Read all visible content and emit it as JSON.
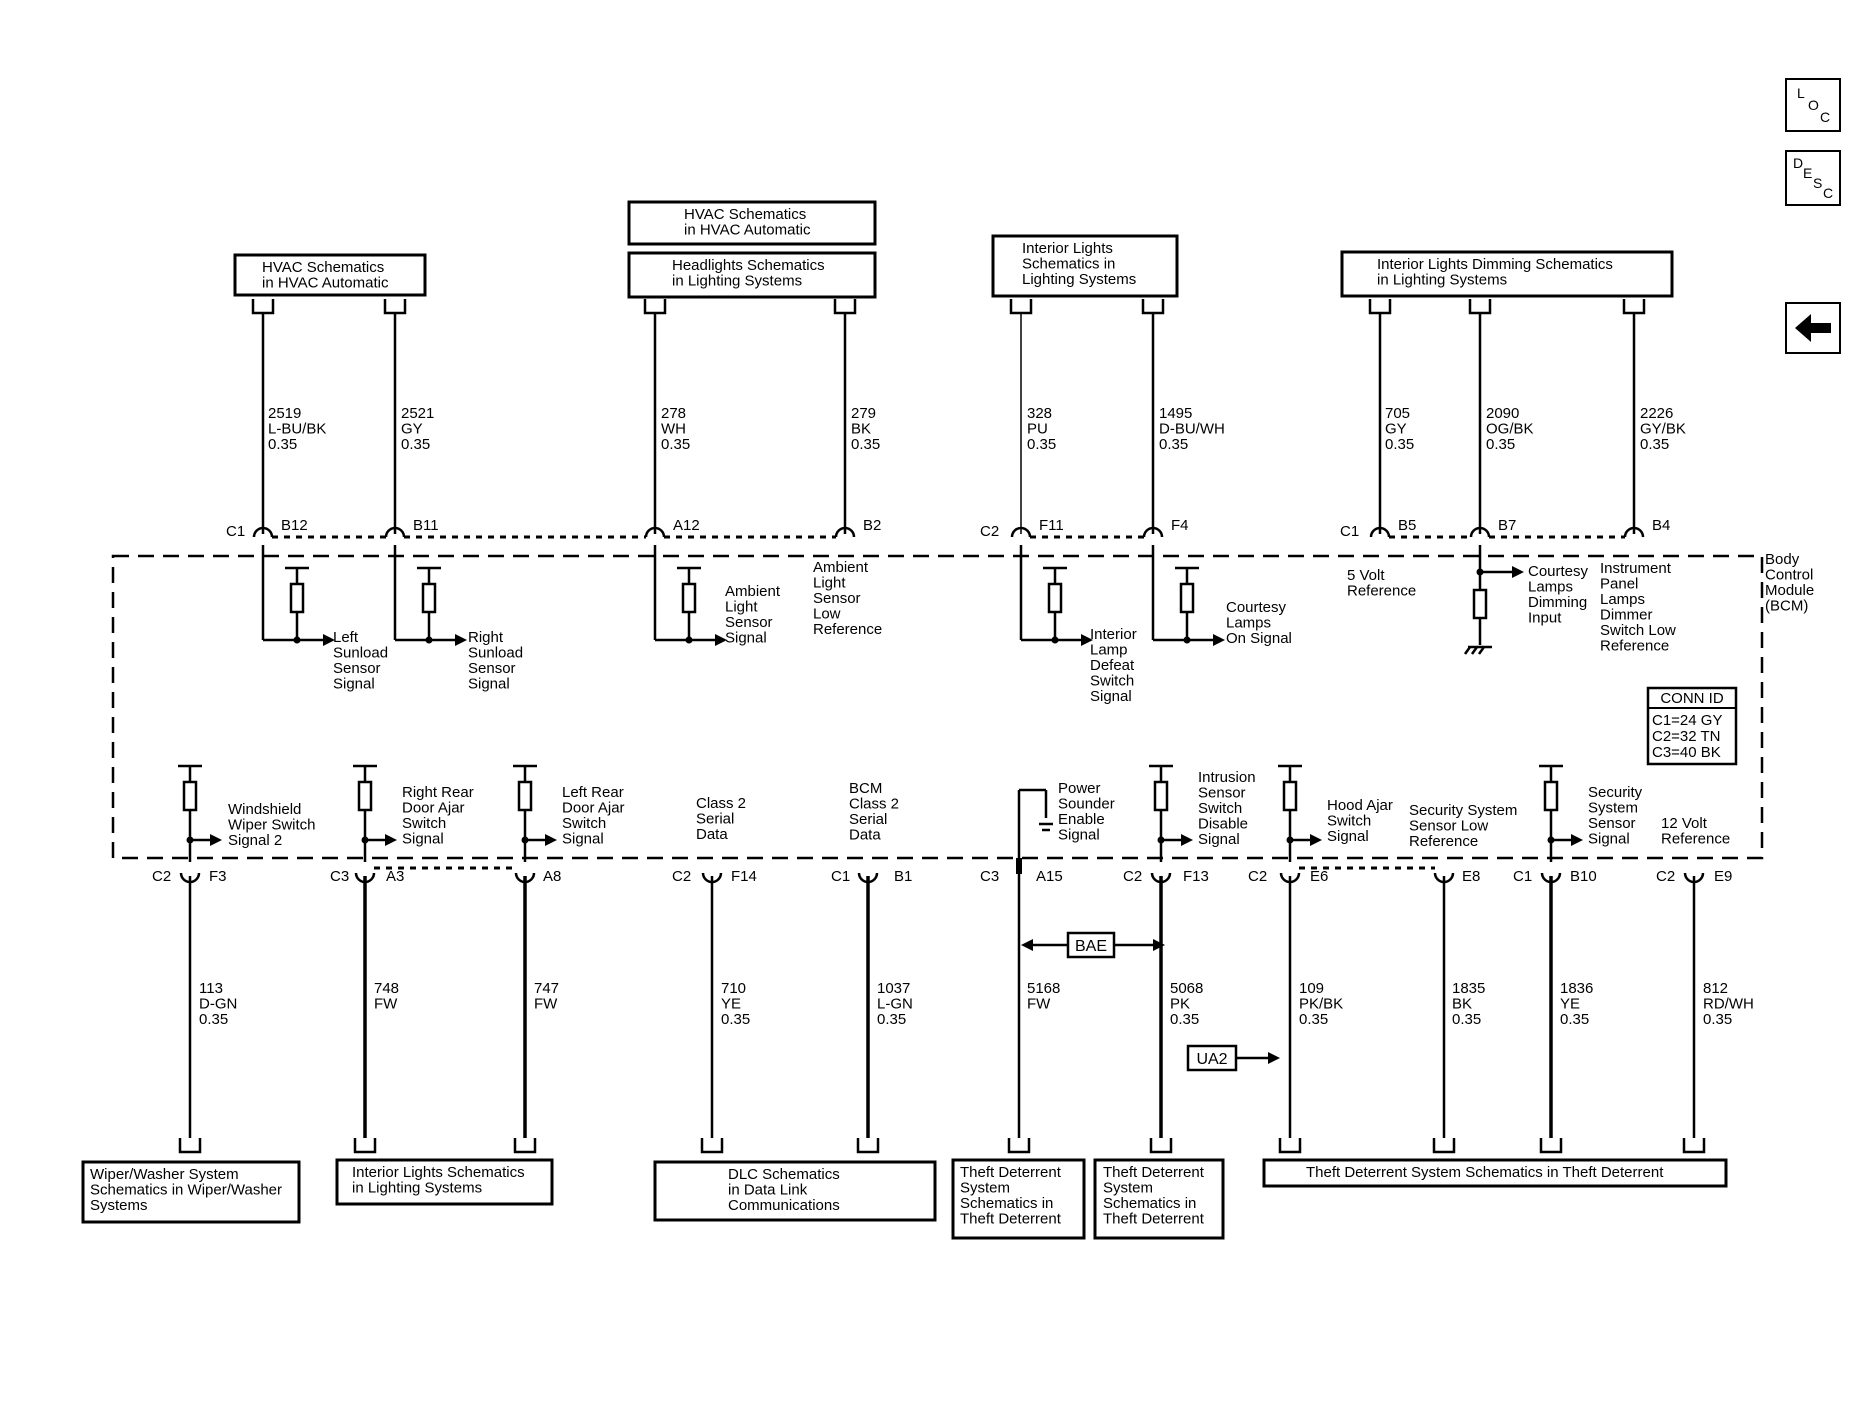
{
  "nav": {
    "loc": [
      "L",
      "O",
      "C"
    ],
    "desc": [
      "D",
      "E",
      "S",
      "C"
    ],
    "back_icon": "left-arrow-icon"
  },
  "top_refs": [
    {
      "lines": [
        "HVAC Schematics",
        "in HVAC Automatic"
      ]
    },
    {
      "lines": [
        "HVAC Schematics",
        "in HVAC Automatic"
      ]
    },
    {
      "lines": [
        "Headlights Schematics",
        "in Lighting Systems"
      ]
    },
    {
      "lines": [
        "Interior Lights",
        "Schematics in",
        "Lighting Systems"
      ]
    },
    {
      "lines": [
        "Interior Lights Dimming Schematics",
        "in Lighting Systems"
      ]
    }
  ],
  "top_wires": [
    {
      "circuit": "2519",
      "color": "L-BU/BK",
      "gauge": "0.35",
      "pin": "B12"
    },
    {
      "circuit": "2521",
      "color": "GY",
      "gauge": "0.35",
      "pin": "B11"
    },
    {
      "circuit": "278",
      "color": "WH",
      "gauge": "0.35",
      "pin": "A12"
    },
    {
      "circuit": "279",
      "color": "BK",
      "gauge": "0.35",
      "pin": "B2"
    },
    {
      "circuit": "328",
      "color": "PU",
      "gauge": "0.35",
      "pin": "F11"
    },
    {
      "circuit": "1495",
      "color": "D-BU/WH",
      "gauge": "0.35",
      "pin": "F4"
    },
    {
      "circuit": "705",
      "color": "GY",
      "gauge": "0.35",
      "pin": "B5"
    },
    {
      "circuit": "2090",
      "color": "OG/BK",
      "gauge": "0.35",
      "pin": "B7"
    },
    {
      "circuit": "2226",
      "color": "GY/BK",
      "gauge": "0.35",
      "pin": "B4"
    }
  ],
  "top_connectors": [
    "C1",
    "C2",
    "C1"
  ],
  "bottom_wires": [
    {
      "circuit": "113",
      "color": "D-GN",
      "gauge": "0.35",
      "pin": "F3",
      "conn": "C2"
    },
    {
      "circuit": "748",
      "color": "FW",
      "gauge": "",
      "pin": "A3",
      "conn": "C3"
    },
    {
      "circuit": "747",
      "color": "FW",
      "gauge": "",
      "pin": "A8",
      "conn": ""
    },
    {
      "circuit": "710",
      "color": "YE",
      "gauge": "0.35",
      "pin": "F14",
      "conn": "C2"
    },
    {
      "circuit": "1037",
      "color": "L-GN",
      "gauge": "0.35",
      "pin": "B1",
      "conn": "C1"
    },
    {
      "circuit": "5168",
      "color": "FW",
      "gauge": "",
      "pin": "A15",
      "conn": "C3"
    },
    {
      "circuit": "5068",
      "color": "PK",
      "gauge": "0.35",
      "pin": "F13",
      "conn": "C2"
    },
    {
      "circuit": "109",
      "color": "PK/BK",
      "gauge": "0.35",
      "pin": "E6",
      "conn": "C2"
    },
    {
      "circuit": "1835",
      "color": "BK",
      "gauge": "0.35",
      "pin": "E8",
      "conn": ""
    },
    {
      "circuit": "1836",
      "color": "YE",
      "gauge": "0.35",
      "pin": "B10",
      "conn": "C1"
    },
    {
      "circuit": "812",
      "color": "RD/WH",
      "gauge": "0.35",
      "pin": "E9",
      "conn": "C2"
    }
  ],
  "bcm_label": [
    "Body",
    "Control",
    "Module",
    "(BCM)"
  ],
  "conn_id": {
    "title": "CONN ID",
    "rows": [
      "C1=24 GY",
      "C2=32 TN",
      "C3=40 BK"
    ]
  },
  "internal_labels_top": [
    [
      "Left",
      "Sunload",
      "Sensor",
      "Signal"
    ],
    [
      "Right",
      "Sunload",
      "Sensor",
      "Signal"
    ],
    [
      "Ambient",
      "Light",
      "Sensor",
      "Signal"
    ],
    [
      "Ambient",
      "Light",
      "Sensor",
      "Low",
      "Reference"
    ],
    [
      "Interior",
      "Lamp",
      "Defeat",
      "Switch",
      "Signal"
    ],
    [
      "Courtesy",
      "Lamps",
      "On Signal"
    ],
    [
      "5 Volt",
      "Reference"
    ],
    [
      "Courtesy",
      "Lamps",
      "Dimming",
      "Input"
    ],
    [
      "Instrument",
      "Panel",
      "Lamps",
      "Dimmer",
      "Switch Low",
      "Reference"
    ]
  ],
  "internal_labels_bottom": [
    [
      "Windshield",
      "Wiper Switch",
      "Signal 2"
    ],
    [
      "Right Rear",
      "Door Ajar",
      "Switch",
      "Signal"
    ],
    [
      "Left Rear",
      "Door Ajar",
      "Switch",
      "Signal"
    ],
    [
      "Class 2",
      "Serial",
      "Data"
    ],
    [
      "BCM",
      "Class 2",
      "Serial",
      "Data"
    ],
    [
      "Power",
      "Sounder",
      "Enable",
      "Signal"
    ],
    [
      "Intrusion",
      "Sensor",
      "Switch",
      "Disable",
      "Signal"
    ],
    [
      "Hood Ajar",
      "Switch",
      "Signal"
    ],
    [
      "Security System",
      "Sensor Low",
      "Reference"
    ],
    [
      "Security",
      "System",
      "Sensor",
      "Signal"
    ],
    [
      "12 Volt",
      "Reference"
    ]
  ],
  "option_tags": {
    "bae": "BAE",
    "ua2": "UA2"
  },
  "bottom_refs": [
    {
      "lines": [
        "Wiper/Washer System",
        "Schematics in Wiper/Washer",
        "Systems"
      ]
    },
    {
      "lines": [
        "Interior Lights Schematics",
        "in Lighting Systems"
      ]
    },
    {
      "lines": [
        "DLC Schematics",
        "in Data Link",
        "Communications"
      ]
    },
    {
      "lines": [
        "Theft Deterrent",
        "System",
        "Schematics in",
        "Theft Deterrent"
      ]
    },
    {
      "lines": [
        "Theft Deterrent",
        "System",
        "Schematics in",
        "Theft Deterrent"
      ]
    },
    {
      "lines": [
        "Theft Deterrent System Schematics in Theft Deterrent"
      ]
    }
  ]
}
